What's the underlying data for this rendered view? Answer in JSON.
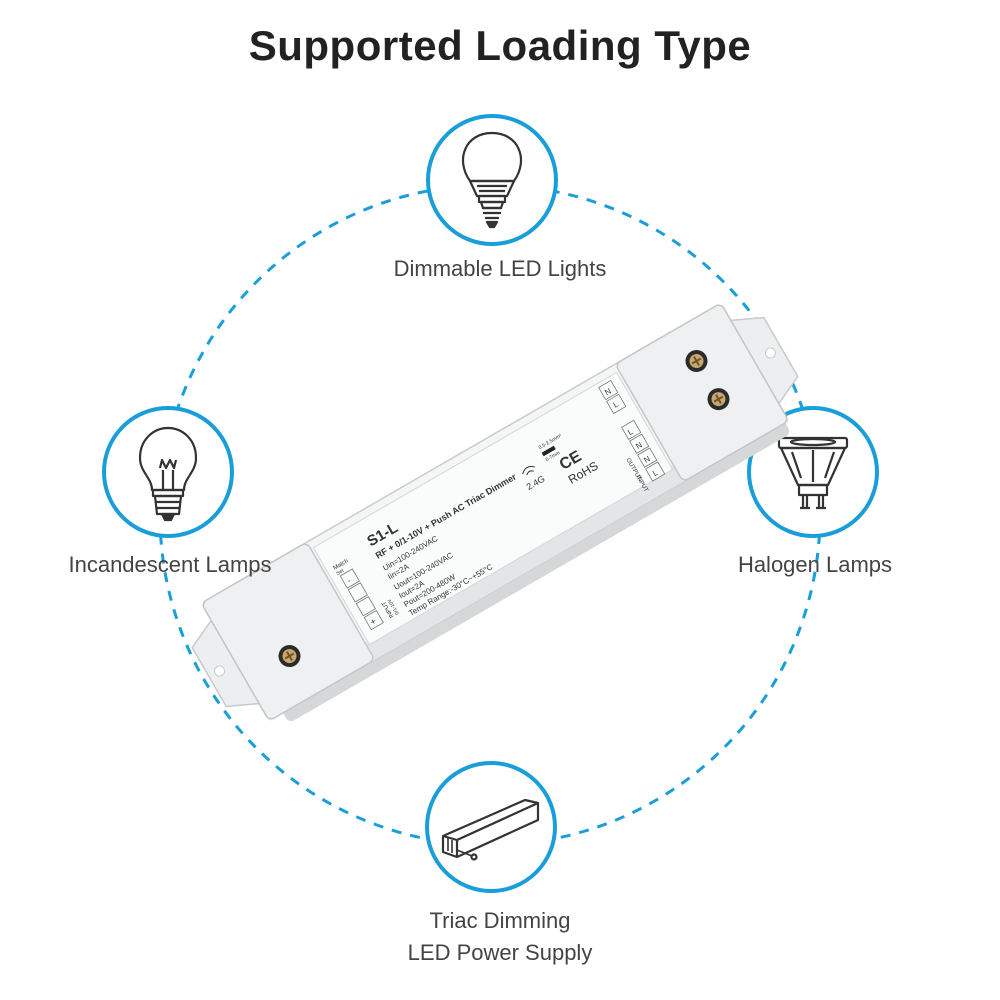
{
  "title": "Supported Loading Type",
  "loads": [
    {
      "icon": "led-bulb-icon",
      "label": "Dimmable LED Lights"
    },
    {
      "icon": "incandescent-bulb-icon",
      "label": "Incandescent Lamps"
    },
    {
      "icon": "halogen-lamp-icon",
      "label": "Halogen Lamps"
    },
    {
      "icon": "power-supply-icon",
      "label_line1": "Triac Dimming",
      "label_line2": "LED Power Supply"
    }
  ],
  "device": {
    "model": "S1-L",
    "subtitle": "RF + 0/1-10V + Push AC Triac Dimmer",
    "specs": [
      "Uin=100-240VAC",
      "Iin=2A",
      "Uout=100-240VAC",
      "Iout=2A",
      "Pout=200-480W",
      "Temp Range:-30°C~+55°C"
    ],
    "rf": "2.4G",
    "ce": "CE",
    "rohs": "RoHS",
    "wire_spec_1": "0.5-2.5mm²",
    "wire_spec_2": "6-7mm",
    "input_left": "INPUT",
    "input_left_sub": "0/1-10V",
    "match_label": "Match",
    "match_sub": "Set",
    "input_right": "INPUT",
    "output_right": "OUTPUT",
    "term_n": "N",
    "term_l": "L",
    "term_plus": "+",
    "term_minus": "-"
  },
  "colors": {
    "accent": "#1a9ed9",
    "title": "#222222",
    "label": "#444444",
    "icon": "#333333"
  }
}
